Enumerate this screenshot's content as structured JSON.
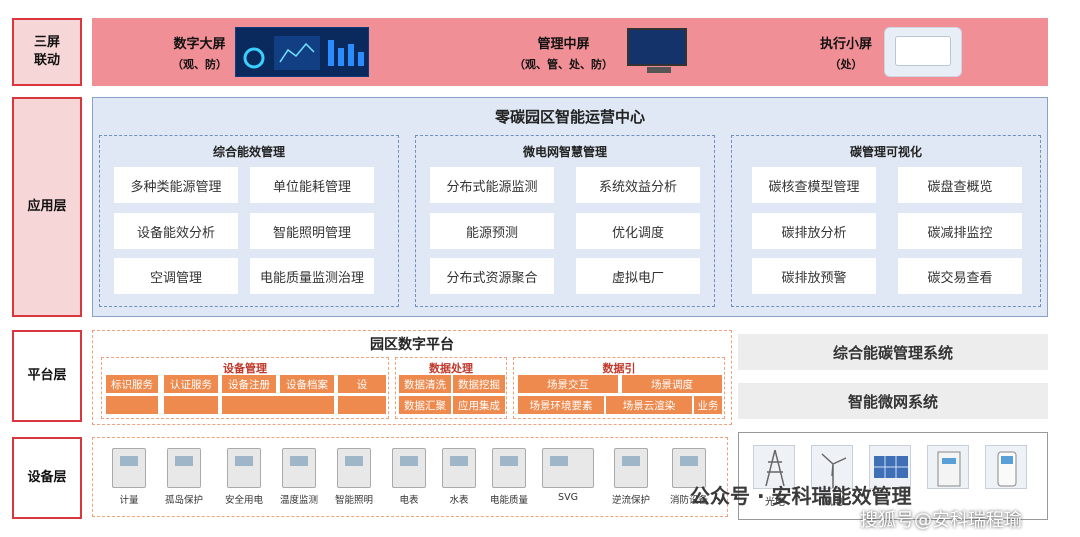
{
  "layers": {
    "linkage": [
      "三屏",
      "联动"
    ],
    "application": "应用层",
    "platform": "平台层",
    "device": "设备层"
  },
  "screens": [
    {
      "title": "数字大屏",
      "sub": "（观、防）"
    },
    {
      "title": "管理中屏",
      "sub": "（观、管、处、防）"
    },
    {
      "title": "执行小屏",
      "sub": "（处）"
    }
  ],
  "app": {
    "title": "零碳园区智能运营中心",
    "modules": [
      {
        "title": "综合能效管理",
        "items": [
          "多种类能源管理",
          "单位能耗管理",
          "设备能效分析",
          "智能照明管理",
          "空调管理",
          "电能质量监测治理"
        ]
      },
      {
        "title": "微电网智慧管理",
        "items": [
          "分布式能源监测",
          "系统效益分析",
          "能源预测",
          "优化调度",
          "分布式资源聚合",
          "虚拟电厂"
        ]
      },
      {
        "title": "碳管理可视化",
        "items": [
          "碳核查模型管理",
          "碳盘查概览",
          "碳排放分析",
          "碳减排监控",
          "碳排放预警",
          "碳交易查看"
        ]
      }
    ]
  },
  "platform": {
    "title": "园区数字平台",
    "device_mgmt": {
      "title": "设备管理",
      "cells": [
        "标识服务",
        "认证服务",
        "设备注册",
        "设备档案",
        "设"
      ]
    },
    "data_proc": {
      "title": "数据处理",
      "cells": [
        "数据清洗",
        "数据挖掘",
        "数据汇聚",
        "应用集成"
      ]
    },
    "data_engine": {
      "title": "数据引",
      "cells": [
        "场景交互",
        "场景调度",
        "场景环境要素",
        "场景云渲染",
        "业务"
      ]
    },
    "systems": [
      "综合能碳管理系统",
      "智能微网系统"
    ]
  },
  "devices": [
    "计量",
    "孤岛保护",
    "安全用电",
    "温度监测",
    "智能照明",
    "电表",
    "水表",
    "电能质量",
    "SVG",
    "逆流保护",
    "消防设备"
  ],
  "energy_labels": [
    "光电",
    "风电"
  ],
  "watermark": {
    "line1": "公众号 · 安科瑞能效管理",
    "line2": "搜狐号@安科瑞程瑜"
  }
}
